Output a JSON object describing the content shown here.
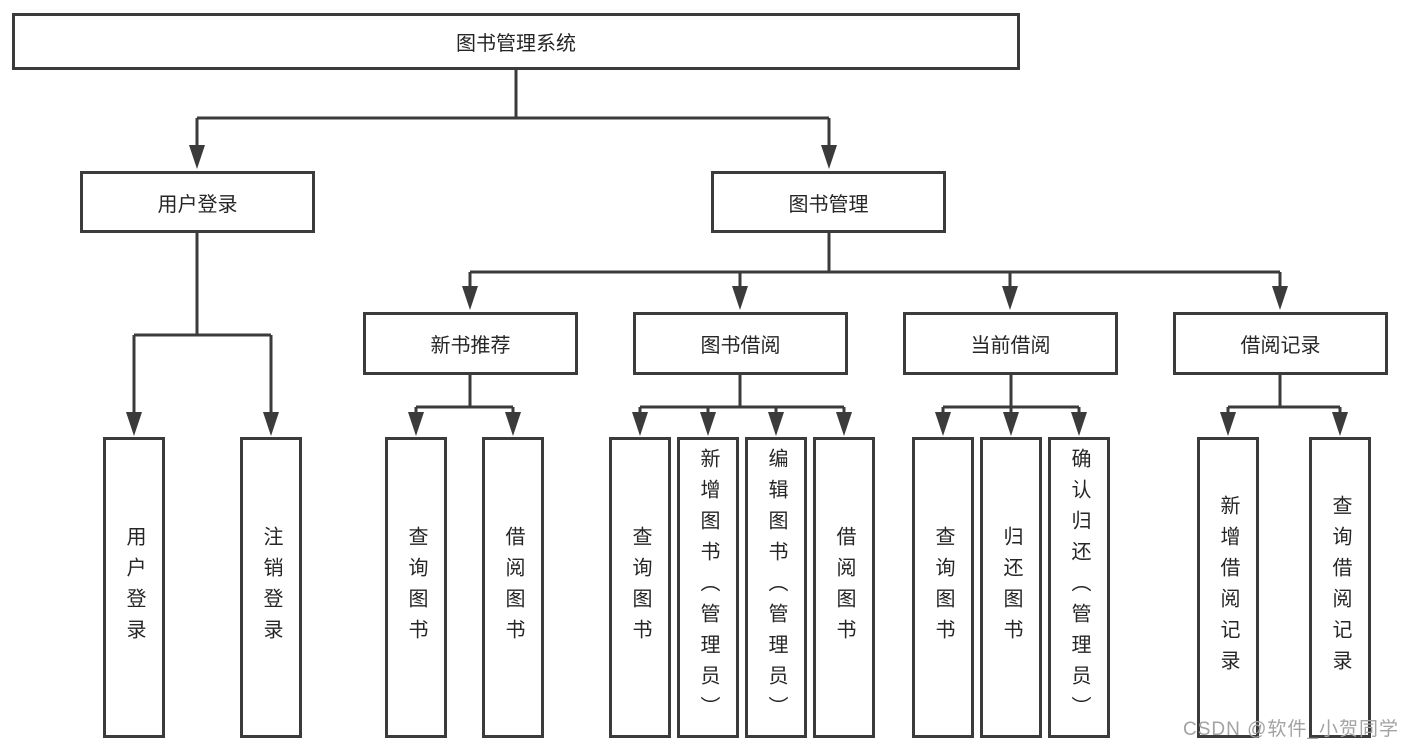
{
  "tree": {
    "label": "图书管理系统",
    "children": [
      {
        "label": "用户登录",
        "children": [
          {
            "label": "用户登录"
          },
          {
            "label": "注销登录"
          }
        ]
      },
      {
        "label": "图书管理",
        "children": [
          {
            "label": "新书推荐",
            "children": [
              {
                "label": "查询图书"
              },
              {
                "label": "借阅图书"
              }
            ]
          },
          {
            "label": "图书借阅",
            "children": [
              {
                "label": "查询图书"
              },
              {
                "label": "新增图书（管理员）"
              },
              {
                "label": "编辑图书（管理员）"
              },
              {
                "label": "借阅图书"
              }
            ]
          },
          {
            "label": "当前借阅",
            "children": [
              {
                "label": "查询图书"
              },
              {
                "label": "归还图书"
              },
              {
                "label": "确认归还（管理员）"
              }
            ]
          },
          {
            "label": "借阅记录",
            "children": [
              {
                "label": "新增借阅记录"
              },
              {
                "label": "查询借阅记录"
              }
            ]
          }
        ]
      }
    ]
  },
  "watermark": {
    "text": "CSDN @软件_小贺同学"
  },
  "colors": {
    "line": "#3b3b3b",
    "box_border": "#3b3b3b",
    "text": "#262626",
    "watermark": "#a3a3a3",
    "background": "#ffffff"
  }
}
